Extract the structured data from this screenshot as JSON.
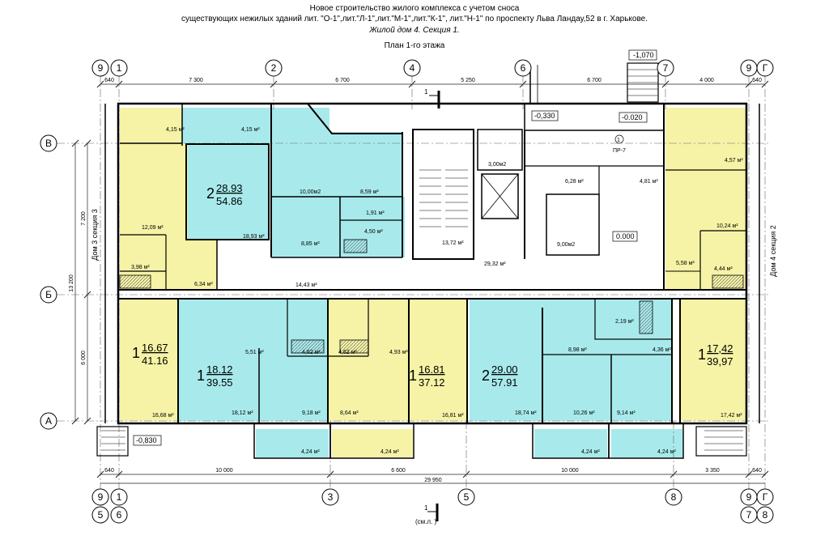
{
  "header": {
    "line1": "Новое строительство жилого комплекса с учетом сноса",
    "line2": "существующих нежилых зданий лит. \"О-1\",лит.\"Л-1\",лит.\"М-1\",лит.\"К-1\", лит.\"Н-1\" по проспекту Льва Ландау,52 в г. Харькове.",
    "line3": "Жилой дом 4. Секция 1.",
    "line4": "План 1-го этажа"
  },
  "axes_top": [
    "9",
    "1",
    "2",
    "4",
    "6",
    "7",
    "9",
    "Г"
  ],
  "axes_bottom": [
    "9",
    "1",
    "3",
    "5",
    "8",
    "9",
    "Г"
  ],
  "axes_bottom2": [
    "5",
    "6",
    "7",
    "8"
  ],
  "axes_left": [
    "В",
    "Б",
    "А"
  ],
  "dims_top": [
    "640",
    "7 300",
    "6 700",
    "5 250",
    "6 700",
    "4 000",
    "640"
  ],
  "dims_bottom": [
    "640",
    "10 000",
    "6 600",
    "10 000",
    "3 350",
    "640"
  ],
  "dim_total": "29 950",
  "dims_left": [
    "7 200",
    "6 000",
    "13 200"
  ],
  "side_left": "Дом 3 секция 3",
  "side_right": "Дом 4 секция 2",
  "levels": {
    "top": "-1,070",
    "entrance": "-0,330",
    "landing": "-0.020",
    "floor": "0.000",
    "ramp": "-0,830"
  },
  "section_mark": "1",
  "section_note": "(см.л. )",
  "marker_pr": "ПР-7",
  "marker_pr_num": "1",
  "apartments": [
    {
      "rooms": "2",
      "living": "28.93",
      "total": "54.86"
    },
    {
      "rooms": "1",
      "living": "16.67",
      "total": "41.16"
    },
    {
      "rooms": "1",
      "living": "18.12",
      "total": "39.55"
    },
    {
      "rooms": "1",
      "living": "16.81",
      "total": "37.12"
    },
    {
      "rooms": "2",
      "living": "29.00",
      "total": "57.91"
    },
    {
      "rooms": "1",
      "living": "17,42",
      "total": "39,97"
    }
  ],
  "areas": {
    "a1": "4,15 м²",
    "a2": "4,15 м²",
    "a3": "12,09 м²",
    "a4": "3,98 м²",
    "a5": "6,34 м²",
    "a6": "18,93 м²",
    "a7": "10,00м2",
    "a8": "8,59 м²",
    "a9": "1,91 м²",
    "a10": "4,50 м²",
    "a11": "8,85 м²",
    "a12": "13,72 м²",
    "a13": "3,00м2",
    "a14": "29,32 м²",
    "a15": "6,28 м²",
    "a16": "9,00м2",
    "a17": "4,81 м²",
    "a18": "4,57 м²",
    "a19": "10,24 м²",
    "a20": "5,58 м²",
    "a21": "4,44 м²",
    "a22": "14,43 м²",
    "a23": "5,51 м²",
    "a24": "4,62 м²",
    "a25": "4,62 м²",
    "a26": "4,93 м²",
    "a27": "16,68 м²",
    "a28": "18,12 м²",
    "a29": "9,18 м²",
    "a30": "8,64 м²",
    "a31": "16,81 м²",
    "a32": "18,74 м²",
    "a33": "8,98 м²",
    "a34": "2,19 м²",
    "a35": "4,36 м²",
    "a36": "10,26 м²",
    "a37": "9,14 м²",
    "a38": "17,42 м²",
    "a39": "4,24 м²",
    "a40": "4,24 м²",
    "a41": "4,24 м²",
    "a42": "4,24 м²"
  },
  "colors": {
    "yellow": "#f6f3a6",
    "cyan": "#a8eaec",
    "wall": "#000000",
    "grid": "#333333"
  }
}
